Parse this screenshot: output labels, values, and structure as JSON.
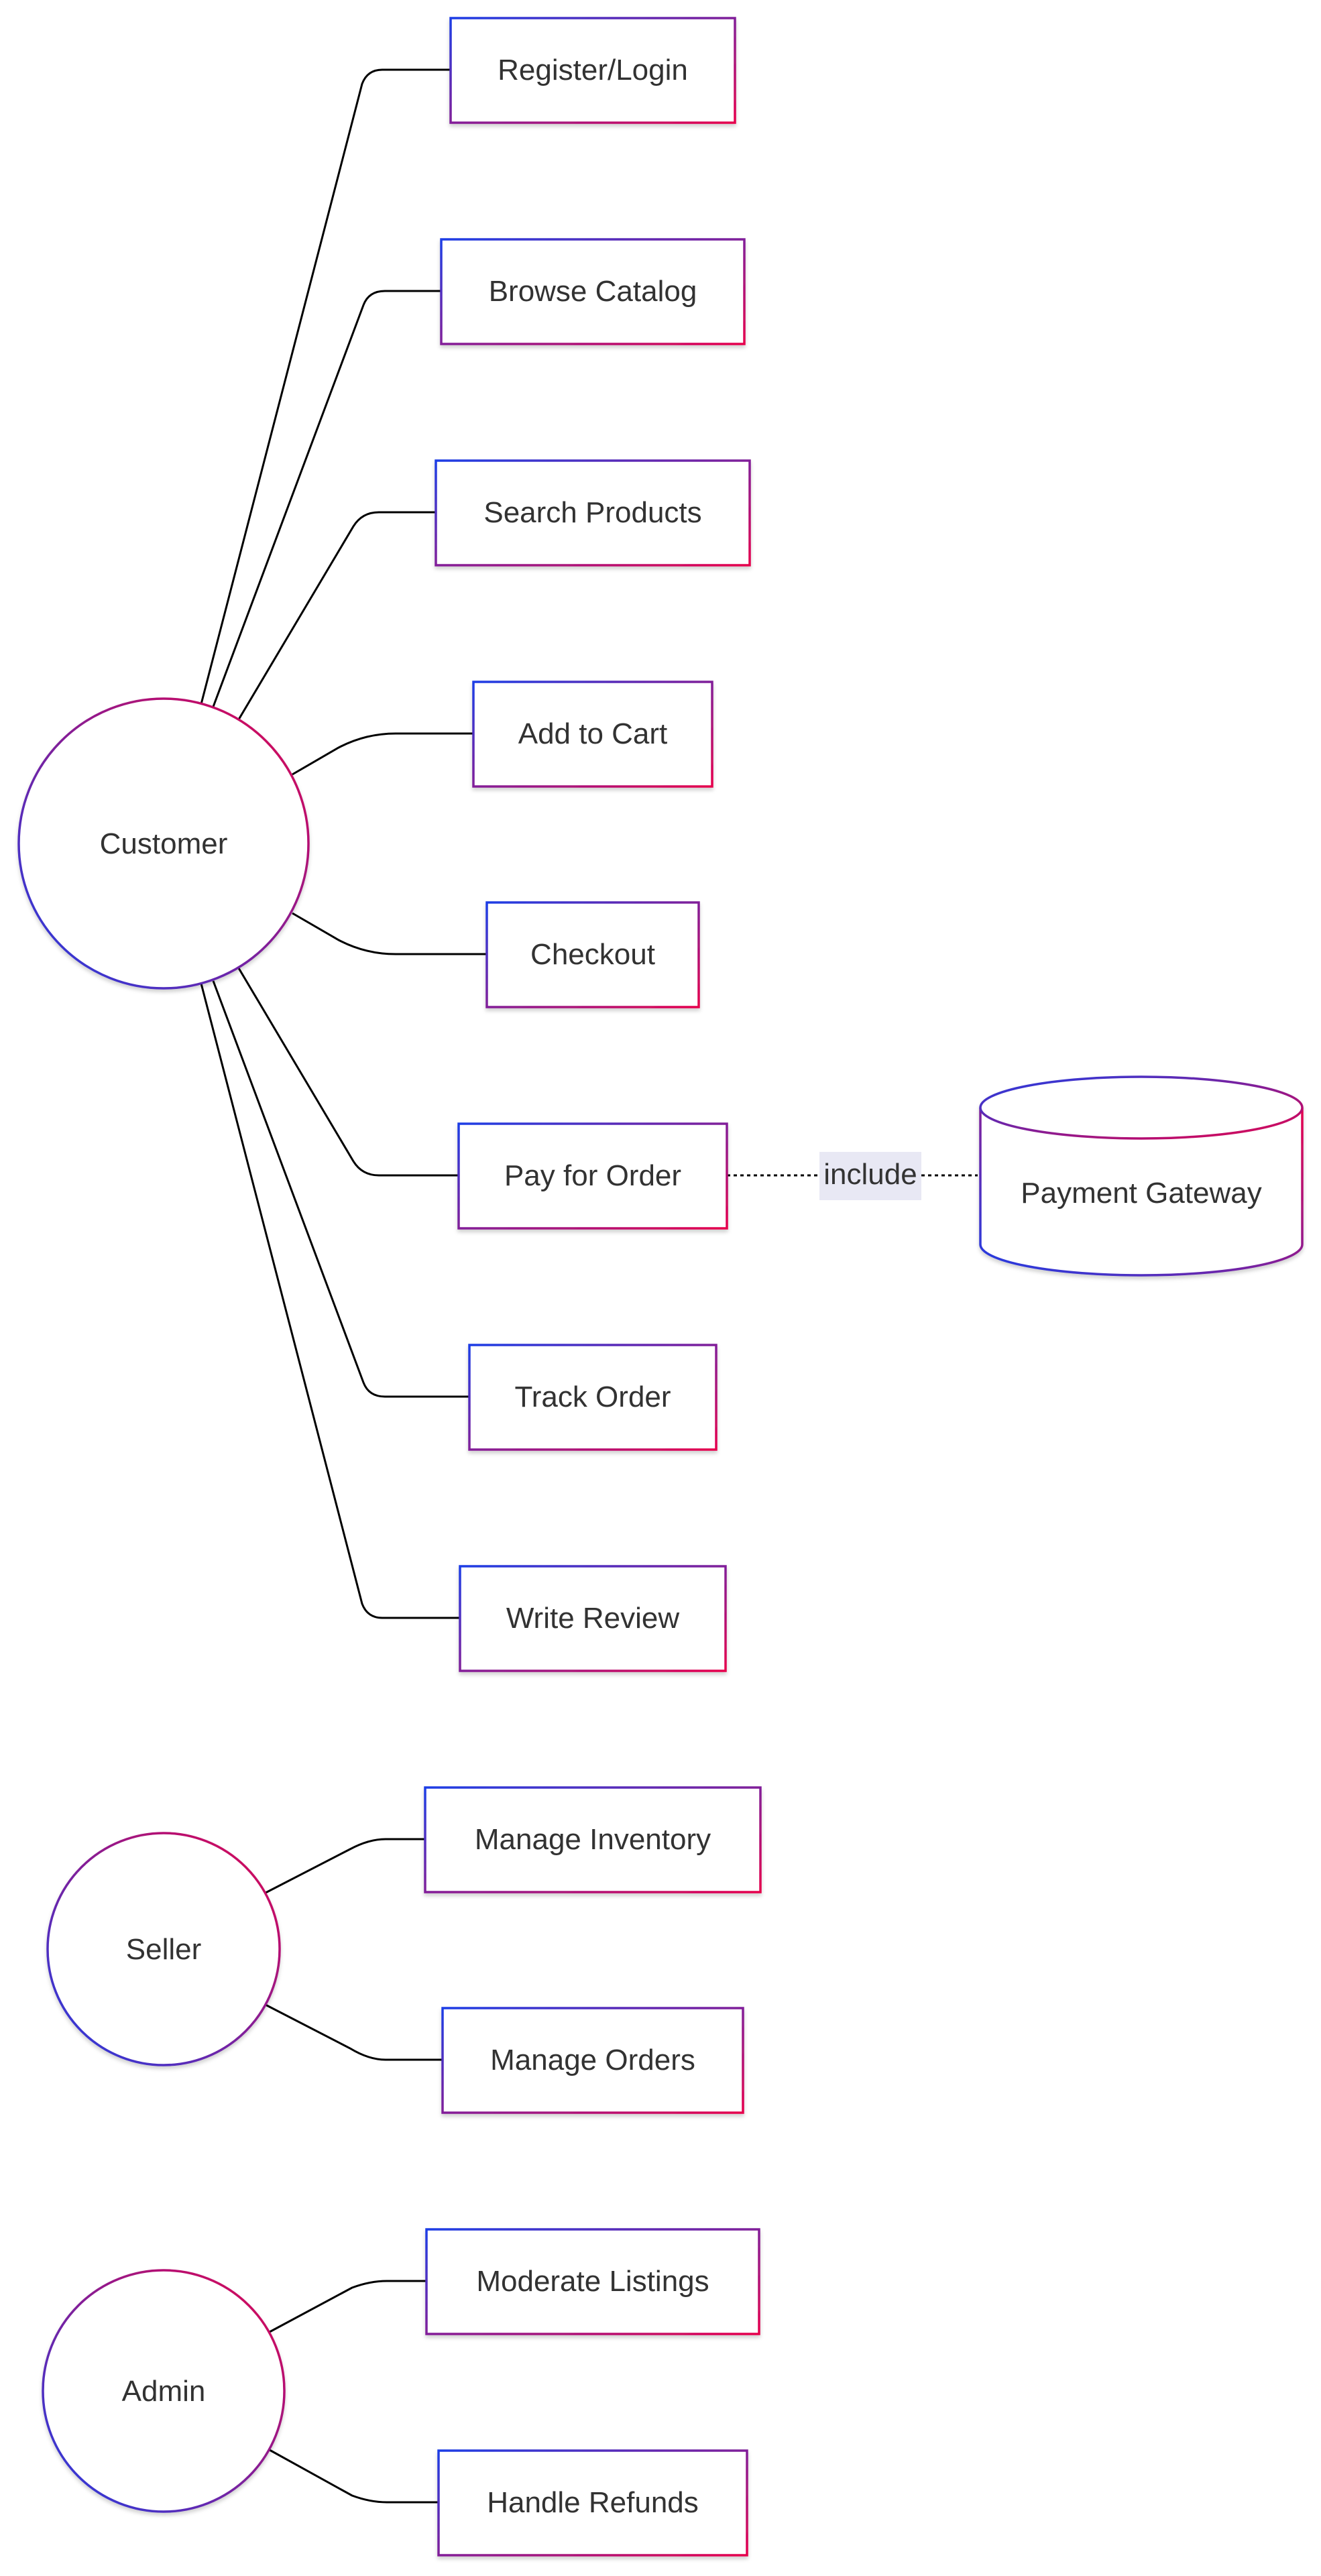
{
  "colors": {
    "gradient_start": "#1d3ee6",
    "gradient_end": "#e6004c",
    "edge": "#000000",
    "text": "#333333",
    "label_bg": "#e8e8f4"
  },
  "actors": [
    {
      "id": "customer",
      "label": "Customer"
    },
    {
      "id": "seller",
      "label": "Seller"
    },
    {
      "id": "admin",
      "label": "Admin"
    }
  ],
  "use_cases": [
    {
      "id": "register",
      "label": "Register/Login",
      "actor": "customer"
    },
    {
      "id": "browse",
      "label": "Browse Catalog",
      "actor": "customer"
    },
    {
      "id": "search",
      "label": "Search Products",
      "actor": "customer"
    },
    {
      "id": "add-to-cart",
      "label": "Add to Cart",
      "actor": "customer"
    },
    {
      "id": "checkout",
      "label": "Checkout",
      "actor": "customer"
    },
    {
      "id": "pay",
      "label": "Pay for Order",
      "actor": "customer"
    },
    {
      "id": "track",
      "label": "Track Order",
      "actor": "customer"
    },
    {
      "id": "review",
      "label": "Write Review",
      "actor": "customer"
    },
    {
      "id": "manage-inventory",
      "label": "Manage Inventory",
      "actor": "seller"
    },
    {
      "id": "manage-orders",
      "label": "Manage Orders",
      "actor": "seller"
    },
    {
      "id": "moderate",
      "label": "Moderate Listings",
      "actor": "admin"
    },
    {
      "id": "refunds",
      "label": "Handle Refunds",
      "actor": "admin"
    }
  ],
  "external_systems": [
    {
      "id": "payment-gateway",
      "label": "Payment Gateway"
    }
  ],
  "relations": [
    {
      "from": "pay",
      "to": "payment-gateway",
      "label": "include",
      "style": "dashed"
    }
  ]
}
